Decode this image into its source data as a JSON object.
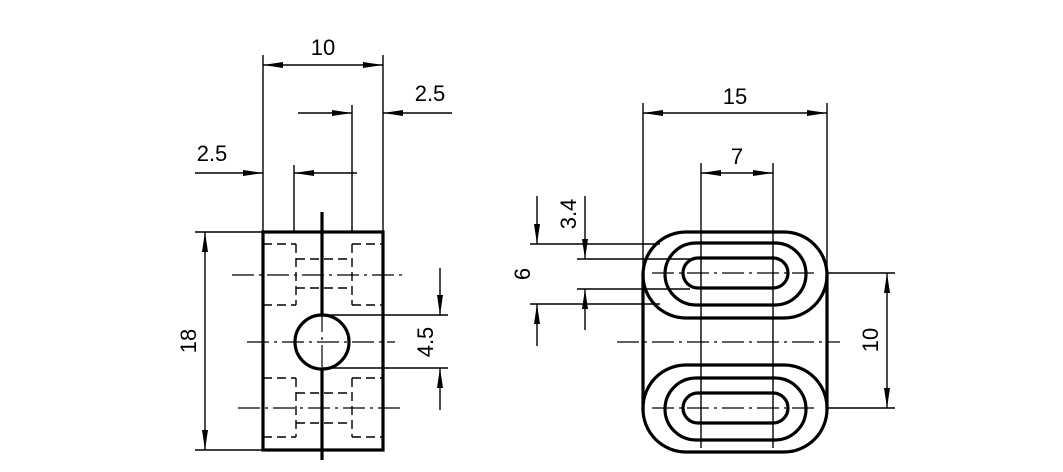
{
  "drawing": {
    "front_view": {
      "dim_width": "10",
      "dim_right_offset": "2.5",
      "dim_left_offset": "2.5",
      "dim_height": "18",
      "dim_hole": "4.5"
    },
    "side_view": {
      "dim_width": "15",
      "dim_slot_length": "7",
      "dim_outer_slot": "6",
      "dim_inner_slot": "3.4",
      "dim_slot_pitch": "10"
    },
    "colors": {
      "line": "#000000",
      "background": "#ffffff"
    }
  }
}
